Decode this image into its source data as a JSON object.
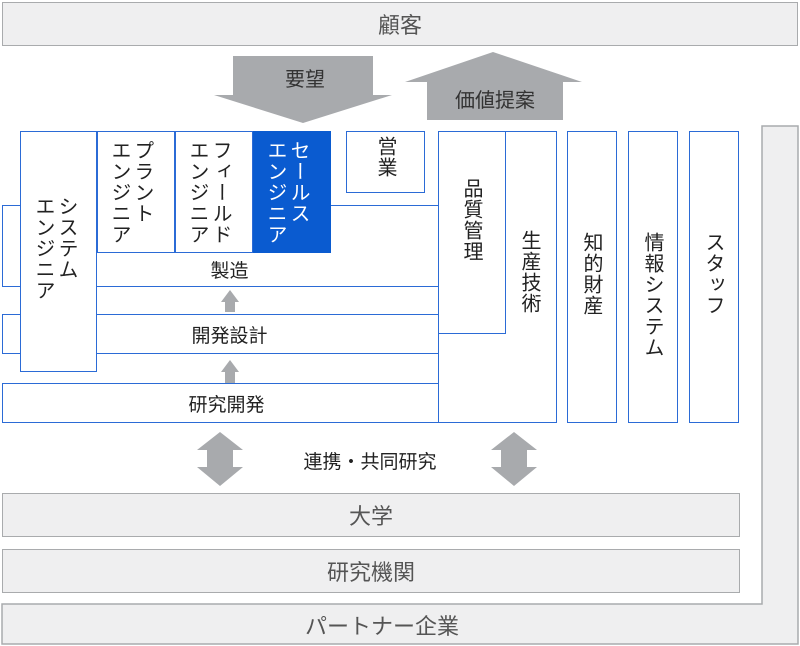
{
  "customer": "顧客",
  "request": "要望",
  "value_proposal": "価値提案",
  "roles": {
    "system_engineer": "システム\nエンジニア",
    "plant_engineer": "プラント\nエンジニア",
    "field_engineer": "フィールド\nエンジニア",
    "sales_engineer": "セールス\nエンジニア",
    "sales": "営業",
    "quality": "品質管理",
    "production_tech": "生産技術",
    "ip": "知的財産",
    "info_system": "情報システム",
    "staff": "スタッフ"
  },
  "process": {
    "manufacturing": "製造",
    "design": "開発設計",
    "rnd": "研究開発"
  },
  "collab": "連携・共同研究",
  "university": "大学",
  "institute": "研究機関",
  "partner": "パートナー企業",
  "colors": {
    "accent_blue": "#2b6bd6",
    "highlight_fill": "#0a5bd0",
    "arrow_gray": "#a8aaad",
    "panel_gray": "#efeff0"
  }
}
